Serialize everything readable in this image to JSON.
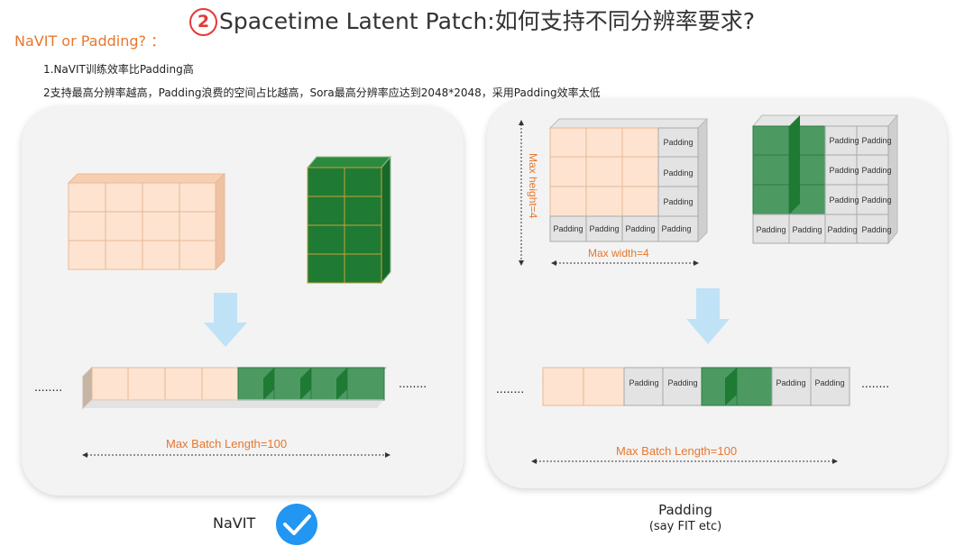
{
  "title": {
    "number": "2",
    "text": "Spacetime Latent Patch:如何支持不同分辨率要求?"
  },
  "subtitle": "NaVIT  or Padding? ：",
  "points": [
    "1.NaVIT训练效率比Padding高",
    "2支持最高分辨率越高，Padding浪费的空间占比越高，Sora最高分辨率应达到2048*2048，采用Padding效率太低"
  ],
  "left_panel": {
    "batch_label": "Max Batch Length=100",
    "dots": "........",
    "caption": "NaVIT"
  },
  "right_panel": {
    "padding_word": "Padding",
    "max_width_label": "Max width=4",
    "max_height_label": "Max height=4",
    "batch_label": "Max Batch Length=100",
    "dots": "........",
    "caption": "Padding",
    "caption_sub": "(say FIT etc)"
  },
  "colors": {
    "peach": "#fde3d0",
    "green": "#1f7a33",
    "green_light": "#4c9a62",
    "grey": "#dcdcdc",
    "orange": "#e8772e",
    "check": "#2196f3",
    "arrow": "#bfe2f7"
  }
}
